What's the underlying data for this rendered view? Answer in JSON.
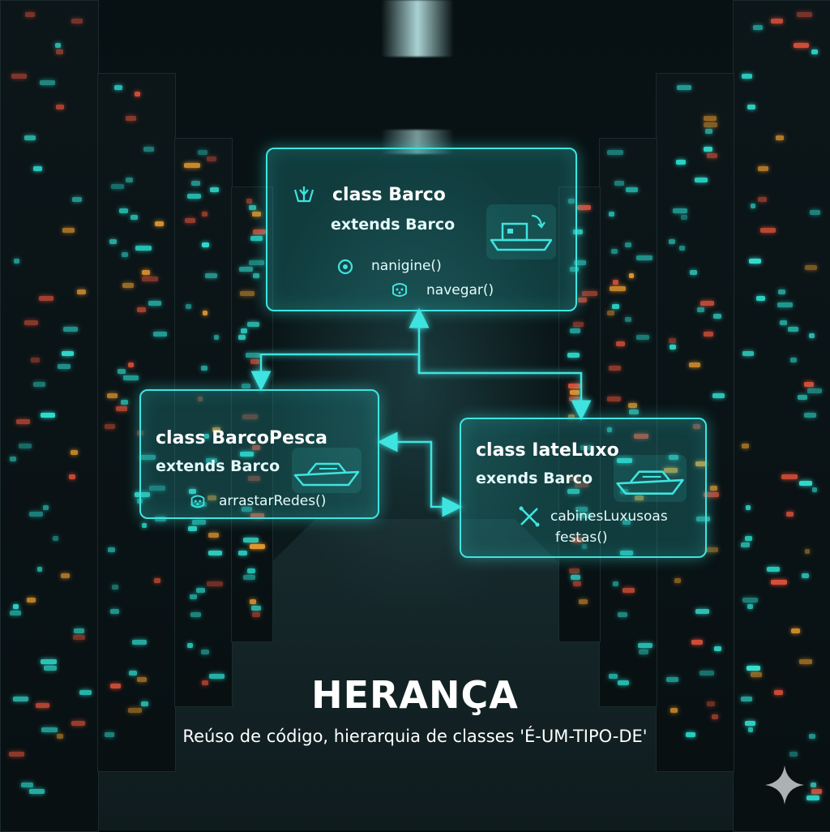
{
  "diagram": {
    "parent": {
      "title": "class Barco",
      "extends": "extends Barco",
      "methods": [
        "nanigine()",
        "navegar()"
      ]
    },
    "child_left": {
      "title": "class BarcoPesca",
      "extends": "extends Barco",
      "methods": [
        "arrastarRedes()"
      ]
    },
    "child_right": {
      "title": "class IateLuxo",
      "extends": "exends Barco",
      "methods": [
        "cabinesLuxusoas",
        "festas()"
      ]
    }
  },
  "caption": {
    "title": "HERANÇA",
    "subtitle": "Reúso de código, hierarquia de classes 'É-UM-TIPO-DE'"
  },
  "colors": {
    "accent": "#3fe4e0",
    "card_fill": "#1f7f80"
  }
}
